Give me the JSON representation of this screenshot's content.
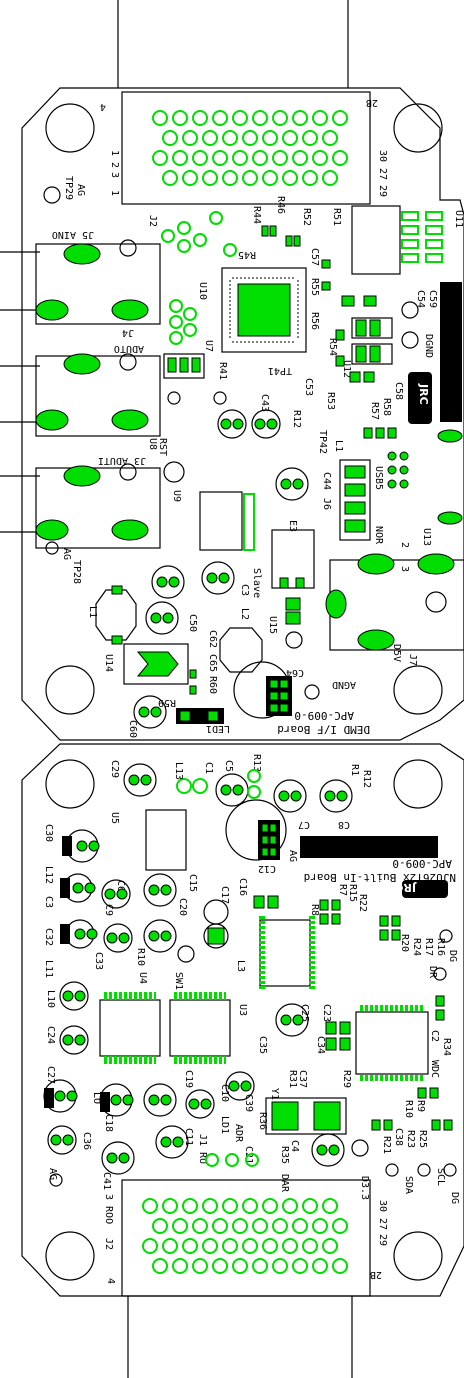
{
  "colors": {
    "pad_green": "#00dd00",
    "outline": "#000000",
    "background": "#ffffff"
  },
  "top_board": {
    "connector_j2": {
      "ref": "J2",
      "pin_top_left": "4",
      "pin_top_right": "2B",
      "pin_mid_left": "1 2",
      "pin_row2": "3",
      "pin_row3": "1",
      "pin_right_a": "30",
      "pin_right_b": "27",
      "pin_right_c": "29"
    },
    "labels": {
      "tp29": "TP29",
      "ag_tp29": "AG",
      "j5": "J5 AINO",
      "j4": "J4",
      "aduto": "ADUTO",
      "j3": "J3 ADUTI",
      "tp28": "TP28",
      "ag_tp28": "AG",
      "l1": "L1",
      "u14": "U14",
      "c60": "C60",
      "c62": "C62",
      "c50": "C50",
      "c3": "C3",
      "slave": "Slave",
      "l2": "L2",
      "c65": "C65",
      "r60": "R60",
      "r59": "R59",
      "led1": "LED1",
      "c64": "C64",
      "agnd": "AGND",
      "board_name": "APC-009-0",
      "board_title": "DEMD I/F Board",
      "u10": "U10",
      "u7": "U7",
      "u8": "U8",
      "rst": "RST",
      "u9": "U9",
      "r41": "R41",
      "tp41": "TP41",
      "c43": "C43",
      "r12": "R12",
      "r44": "R44",
      "r46": "R46",
      "r45": "R45",
      "r52": "R52",
      "r51": "R51",
      "c57": "C57",
      "r55": "R55",
      "r56": "R56",
      "r54": "R54",
      "c53": "C53",
      "u12": "U12",
      "r53": "R53",
      "r58": "R58",
      "r57": "R57",
      "c58": "C58",
      "tp42": "TP42",
      "l1b": "L1",
      "c44": "C44",
      "j6": "J6",
      "usb5": "USB5",
      "nor": "NOR",
      "u13": "U13",
      "u11": "U11",
      "c54": "C54",
      "c59": "C59",
      "dgnd": "DGND",
      "u15": "U15",
      "e3": "E3",
      "j7": "J7",
      "d5v": "D5V",
      "pin2": "2",
      "pin3": "3",
      "jrc": "JRC"
    }
  },
  "bottom_board": {
    "connector_j2": {
      "ref": "J2",
      "pin_bot_left": "4",
      "pin_bot_right": "2B",
      "roo": "3 ROO",
      "pin_c": "30",
      "pin_d": "27",
      "pin_e": "29"
    },
    "labels": {
      "c29": "C29",
      "c5": "C5",
      "r13": "R13",
      "r1": "R1",
      "r12": "R12",
      "l13": "L13",
      "c1": "C1",
      "u5": "U5",
      "c7": "C7",
      "c8": "C8",
      "c30": "C30",
      "l12": "L12",
      "c3": "C3",
      "c32": "C32",
      "c6": "C6",
      "c20": "C20",
      "c15": "C15",
      "c17": "C17",
      "l11": "L11",
      "c33": "C33",
      "r10": "R10",
      "c9": "C9",
      "sw1": "SW1",
      "u4": "U4",
      "l10": "L10",
      "c24": "C24",
      "c27": "C27",
      "l3": "L3",
      "u3": "U3",
      "c35": "C35",
      "c34": "C34",
      "c25": "C25",
      "c23": "C23",
      "r8": "R8",
      "c16": "C16",
      "c12": "C12",
      "ag": "AG",
      "board_name": "APC-009-0",
      "board_title": "NJU26T2x Built-In Board",
      "r7": "R7",
      "r15": "R15",
      "r22": "R22",
      "r20": "R20",
      "r24": "R24",
      "r17": "R17",
      "r16": "R16",
      "dg": "DG",
      "dr": "DR",
      "r34": "R34",
      "c2": "C2",
      "wdc": "WDC",
      "r9": "R9",
      "r10b": "R10",
      "c38": "C38",
      "r23": "R23",
      "r25": "R25",
      "scl": "SCL",
      "dg_scl": "DG",
      "sda": "SDA",
      "r21": "R21",
      "d3": "D3.3",
      "dar": "DAR",
      "c4": "C4",
      "r35": "R35",
      "r36": "R36",
      "y1": "Y1",
      "r31": "R31",
      "c37": "C37",
      "r29": "R29",
      "ld1": "LD1",
      "adr": "ADR",
      "c39": "C39",
      "c10": "C10",
      "c11": "C11",
      "ru": "RU",
      "c41": "C41",
      "c18": "C18",
      "c36": "C36",
      "lo": "LO",
      "ag2": "AG",
      "j1": "J1",
      "c19": "C19",
      "c21": "C21",
      "jrc": "JRC"
    }
  }
}
